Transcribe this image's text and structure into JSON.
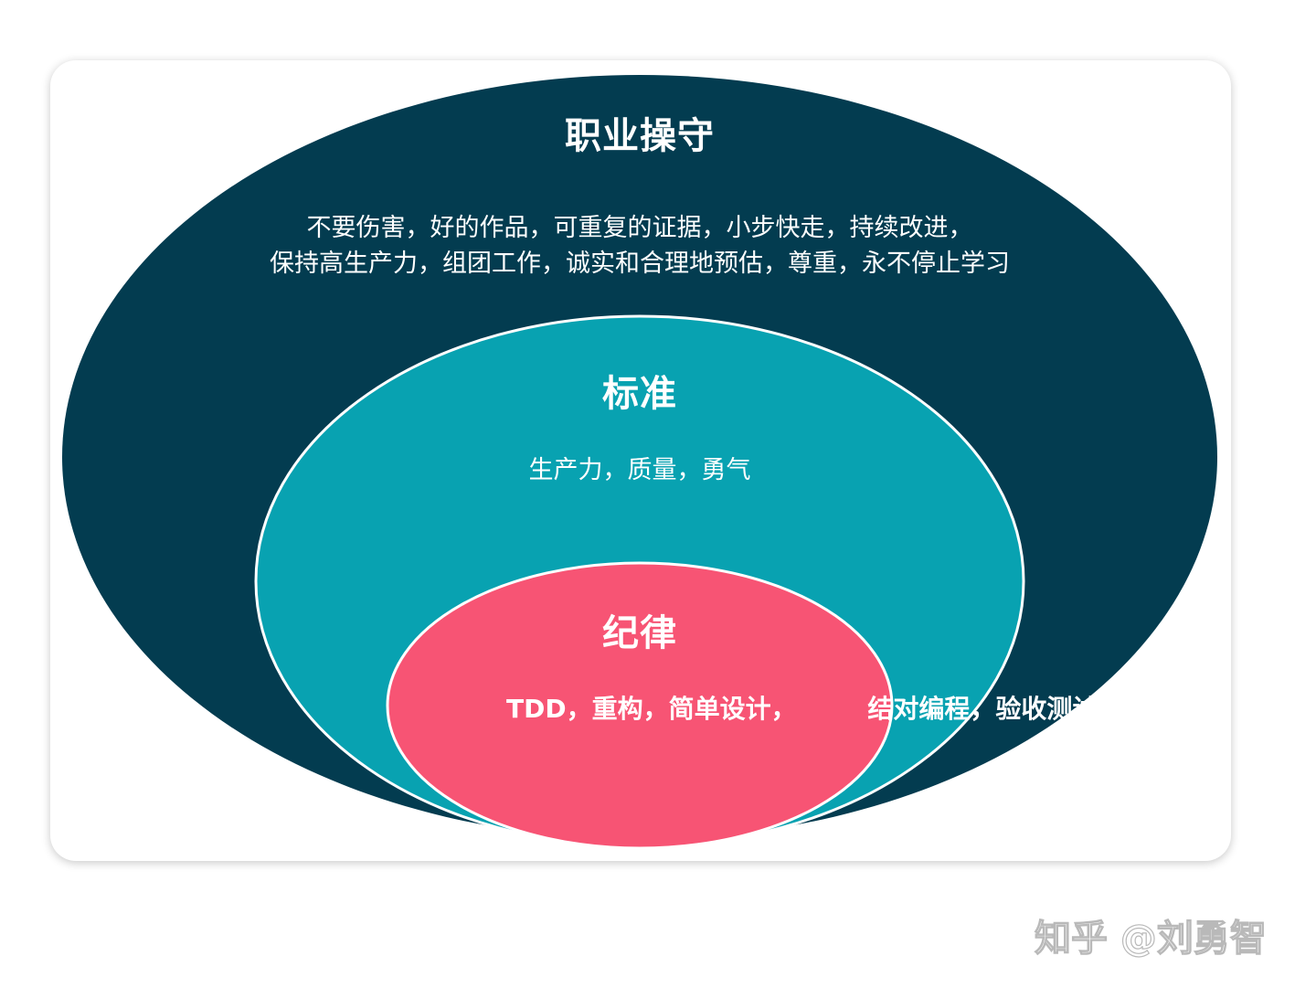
{
  "colors": {
    "outer": "#033c50",
    "middle": "#08a2b1",
    "inner": "#f75474",
    "ring": "#ffffff"
  },
  "layers": {
    "outer": {
      "title": "职业操守",
      "lines": [
        "不要伤害，好的作品，可重复的证据，小步快走，持续改进，",
        "保持高生产力，组团工作，诚实和合理地预估，尊重，永不停止学习"
      ]
    },
    "middle": {
      "title": "标准",
      "lines": [
        "生产力，质量，勇气"
      ]
    },
    "inner": {
      "title": "纪律",
      "lines": [
        "TDD，重构，简单设计，",
        "结对编程，验收测试"
      ]
    }
  },
  "watermark": "知乎 @刘勇智"
}
